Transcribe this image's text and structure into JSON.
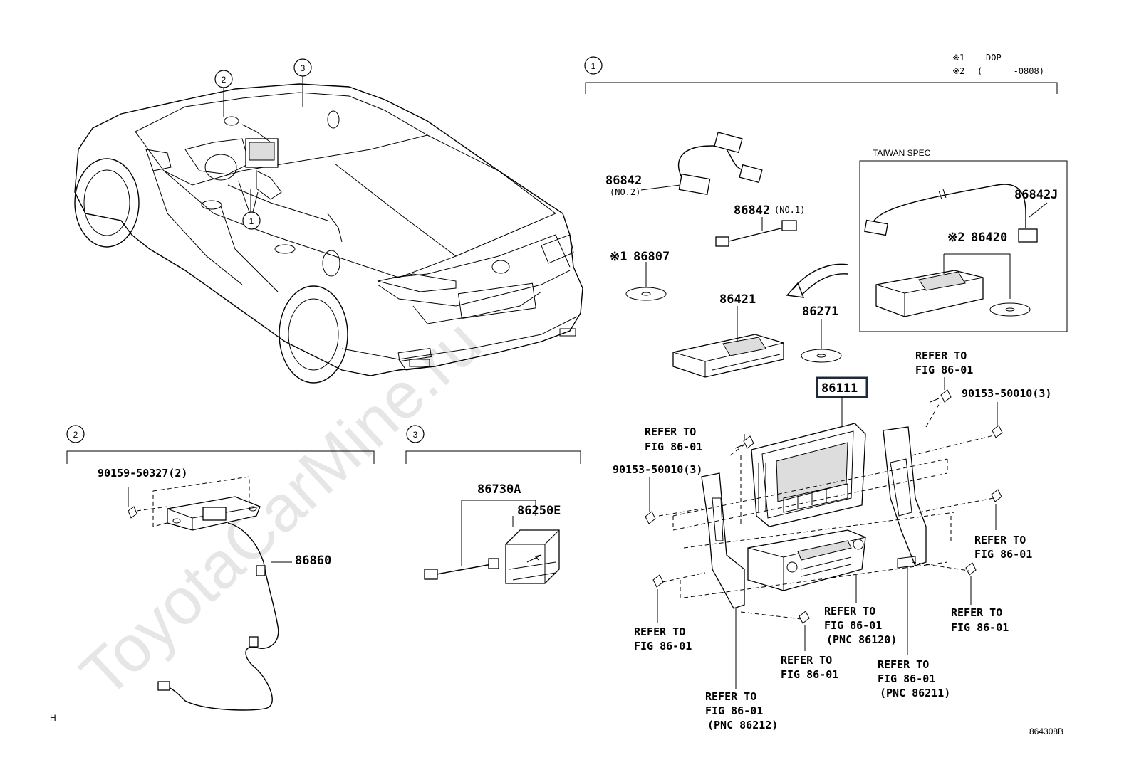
{
  "watermark": "ToyotaCarMine.ru",
  "callouts": {
    "c1": "1",
    "c2": "2",
    "c3": "3"
  },
  "notes": {
    "line1_mark": "※1",
    "line1_text": "DOP",
    "line2_mark": "※2",
    "line2_text": "(      -0808)"
  },
  "taiwan_spec": "TAIWAN SPEC",
  "parts": {
    "p86842_no2": "86842",
    "p86842_no2_suffix": "(NO.2)",
    "p86842_no1": "86842",
    "p86842_no1_suffix": "(NO.1)",
    "p86842J": "86842J",
    "p86420_mark": "※2",
    "p86420": "86420",
    "p86807_mark": "※1",
    "p86807": "86807",
    "p86421": "86421",
    "p86271": "86271",
    "p86111": "86111",
    "p86730A": "86730A",
    "p86250E": "86250E",
    "p86860": "86860",
    "bolt_90159": "90159-50327(2)",
    "bolt_90153_left": "90153-50010(3)",
    "bolt_90153_right": "90153-50010(3)"
  },
  "refers": {
    "r_top_right": [
      "REFER TO",
      "FIG 86-01"
    ],
    "r_top_left": [
      "REFER TO",
      "FIG 86-01"
    ],
    "r_right_mid": [
      "REFER TO",
      "FIG 86-01"
    ],
    "r_right_low": [
      "REFER TO",
      "FIG 86-01"
    ],
    "r_left_low": [
      "REFER TO",
      "FIG 86-01"
    ],
    "r_86120": [
      "REFER TO",
      "FIG 86-01",
      "(PNC 86120)"
    ],
    "r_bolt_bottom": [
      "REFER TO",
      "FIG 86-01"
    ],
    "r_86211": [
      "REFER TO",
      "FIG 86-01",
      "(PNC 86211)"
    ],
    "r_86212": [
      "REFER TO",
      "FIG 86-01",
      "(PNC 86212)"
    ]
  },
  "corner_h": "H",
  "diagram_code": "864308B"
}
